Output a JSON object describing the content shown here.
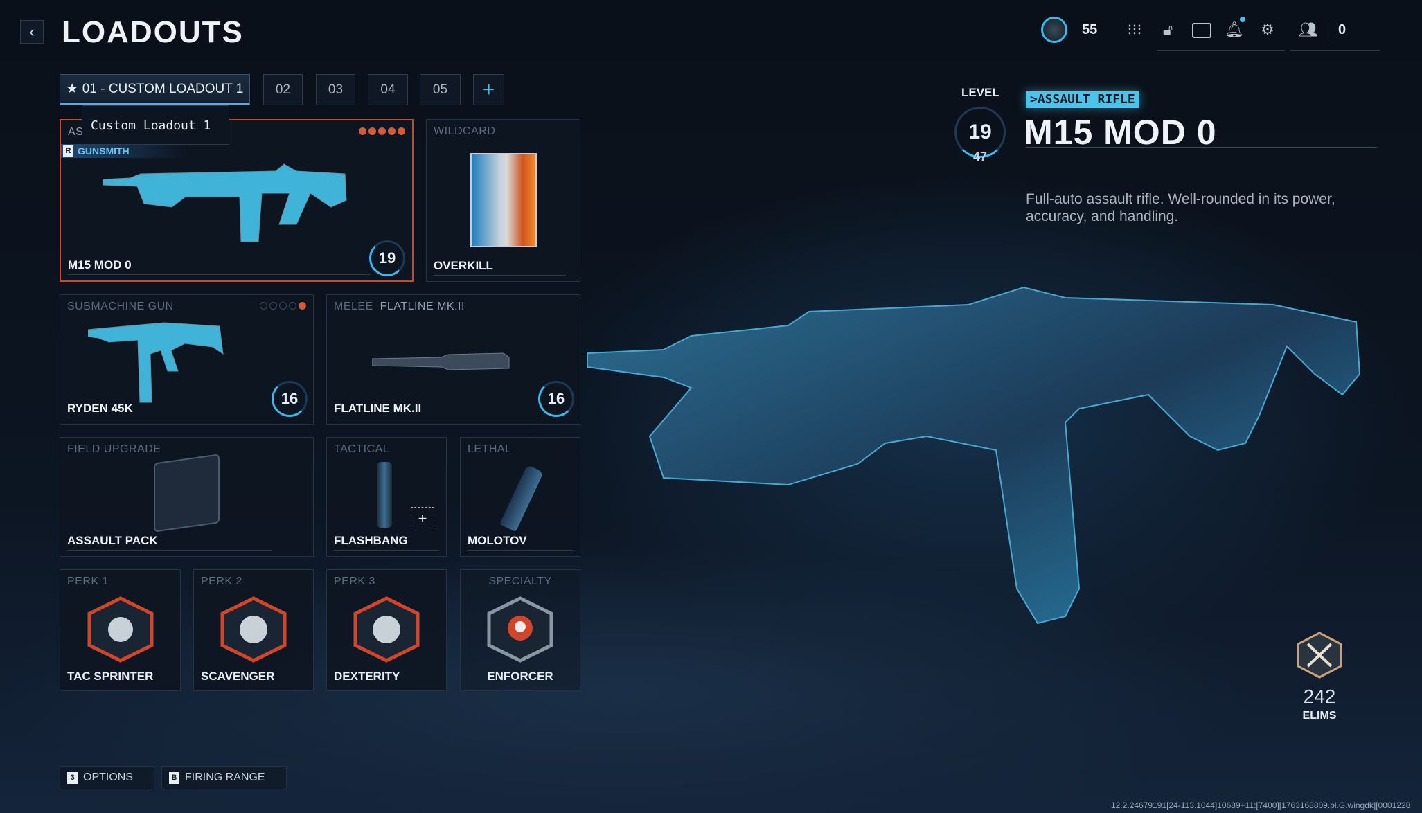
{
  "header": {
    "back_icon": "chevron-left-icon",
    "title": "LOADOUTS"
  },
  "topbar": {
    "level_count": "55",
    "currency_count": "0",
    "icons": [
      "prestige-emblem-icon",
      "grid-menu-icon",
      "unlock-icon",
      "store-icon",
      "notification-bell-icon",
      "settings-gear-icon",
      "friends-icon"
    ]
  },
  "tabs": [
    {
      "label": "01 - CUSTOM LOADOUT 1",
      "starred": true
    },
    {
      "label": "02"
    },
    {
      "label": "03"
    },
    {
      "label": "04"
    },
    {
      "label": "05"
    },
    {
      "label": "+"
    }
  ],
  "tooltip": "Custom Loadout 1",
  "primary": {
    "category": "AS",
    "gunsmith_key": "R",
    "gunsmith": "GUNSMITH",
    "name": "M15 MOD 0",
    "level": "19",
    "attachments_filled": 5,
    "attachments_total": 5
  },
  "wildcard": {
    "category": "WILDCARD",
    "name": "OVERKILL"
  },
  "secondary": {
    "category": "SUBMACHINE GUN",
    "name": "RYDEN 45K",
    "level": "16",
    "attachments_filled": 1,
    "attachments_total": 5
  },
  "melee": {
    "category": "MELEE",
    "weapon": "FLATLINE MK.II",
    "name": "FLATLINE MK.II",
    "level": "16"
  },
  "field_upgrade": {
    "category": "FIELD UPGRADE",
    "name": "ASSAULT PACK"
  },
  "tactical": {
    "category": "TACTICAL",
    "name": "FLASHBANG",
    "add_icon": "plus-icon"
  },
  "lethal": {
    "category": "LETHAL",
    "name": "MOLOTOV"
  },
  "perks": [
    {
      "category": "PERK 1",
      "name": "TAC SPRINTER"
    },
    {
      "category": "PERK 2",
      "name": "SCAVENGER"
    },
    {
      "category": "PERK 3",
      "name": "DEXTERITY"
    },
    {
      "category": "SPECIALTY",
      "name": "ENFORCER"
    }
  ],
  "detail": {
    "level_label": "LEVEL",
    "level": "19",
    "level_progress": "47",
    "category": ">ASSAULT RIFLE",
    "name": "M15 MOD 0",
    "description": "Full-auto assault rifle. Well-rounded in its power, accuracy, and handling.",
    "elims": "242",
    "elims_label": "ELIMS"
  },
  "footer": {
    "options_key": "3",
    "options": "OPTIONS",
    "range_key": "B",
    "range": "FIRING RANGE",
    "build": "12.2.24679191[24-113.1044]10689+11:[7400][1763168809.pl.G.wingdk][0001228"
  },
  "colors": {
    "accent": "#3bb8ec",
    "selected": "#d1462a",
    "badge": "#4cc3ea"
  }
}
